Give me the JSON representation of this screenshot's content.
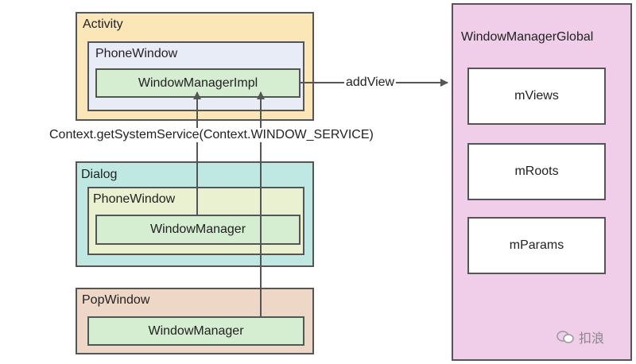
{
  "activity": {
    "title": "Activity",
    "phone_window": "PhoneWindow",
    "impl": "WindowManagerImpl"
  },
  "dialog": {
    "title": "Dialog",
    "phone_window": "PhoneWindow",
    "manager": "WindowManager"
  },
  "popwindow": {
    "title": "PopWindow",
    "manager": "WindowManager"
  },
  "global": {
    "title": "WindowManagerGlobal",
    "fields": [
      "mViews",
      "mRoots",
      "mParams"
    ]
  },
  "connectors": {
    "add_view": "addView",
    "context_call": "Context.getSystemService(Context.WINDOW_SERVICE)"
  },
  "watermark": {
    "text": "扣浪"
  }
}
